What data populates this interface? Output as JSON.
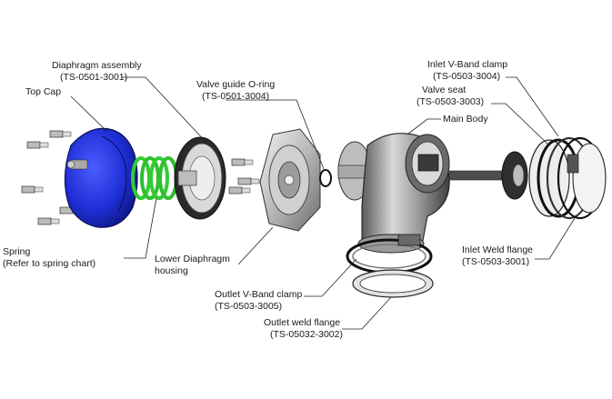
{
  "labels": {
    "diaphragm_assembly": {
      "line1": "Diaphragm assembly",
      "line2": "(TS-0501-3001)"
    },
    "top_cap": {
      "line1": "Top Cap"
    },
    "valve_guide_oring": {
      "line1": "Valve guide O-ring",
      "line2": "(TS-0501-3004)"
    },
    "inlet_vband_clamp": {
      "line1": "Inlet V-Band clamp",
      "line2": "(TS-0503-3004)"
    },
    "valve_seat": {
      "line1": "Valve seat",
      "line2": "(TS-0503-3003)"
    },
    "main_body": {
      "line1": "Main Body"
    },
    "spring": {
      "line1": "Spring",
      "line2": "(Refer to spring chart)"
    },
    "lower_diaphragm_housing": {
      "line1": "Lower Diaphragm",
      "line2": "housing"
    },
    "inlet_weld_flange": {
      "line1": "Inlet Weld flange",
      "line2": "(TS-0503-3001)"
    },
    "outlet_vband_clamp": {
      "line1": "Outlet V-Band clamp",
      "line2": "(TS-0503-3005)"
    },
    "outlet_weld_flange": {
      "line1": "Outlet weld flange",
      "line2": "(TS-05032-3002)"
    }
  },
  "colors": {
    "top_cap": "#1f2fd6",
    "spring": "#33cc33",
    "metal": "#c9c9c9",
    "dark": "#2a2a2a"
  }
}
